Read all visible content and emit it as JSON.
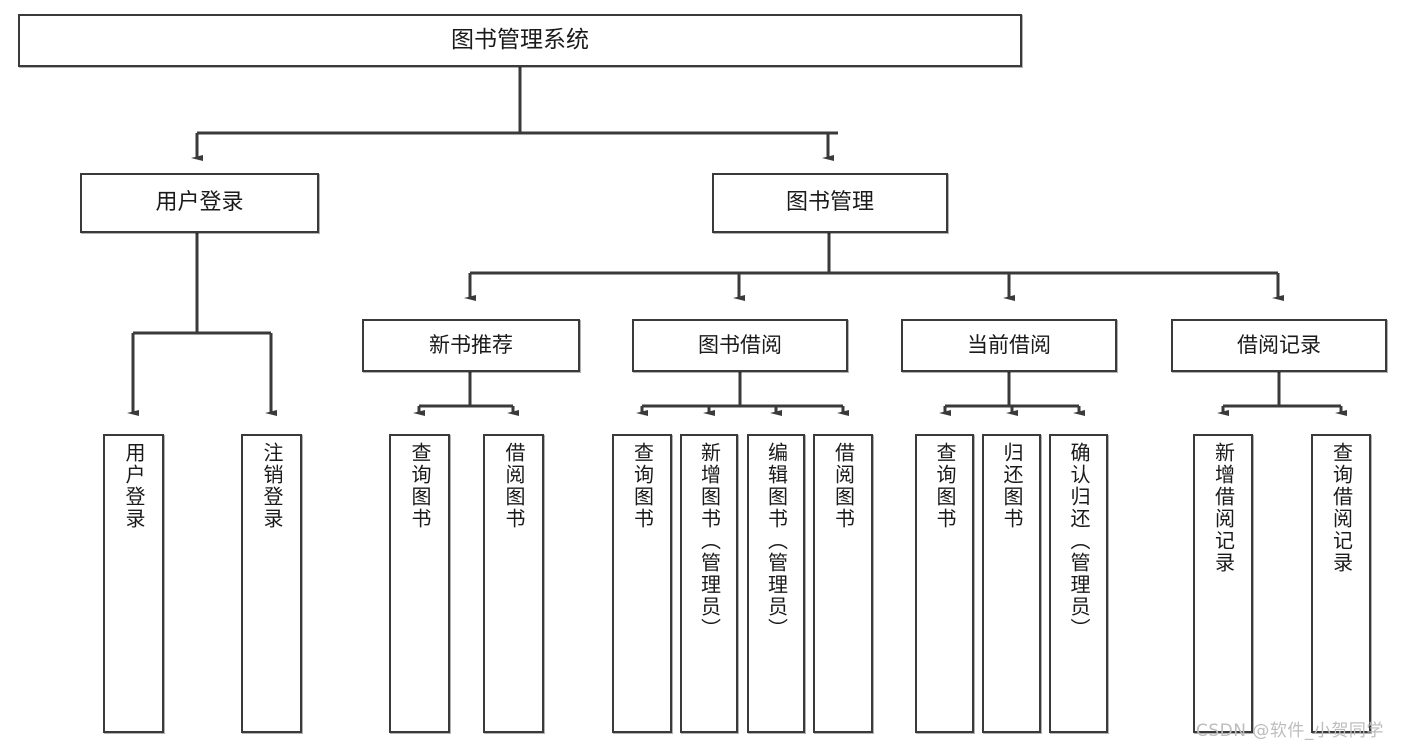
{
  "diagram": {
    "title": "图书管理系统",
    "type": "tree-hierarchy",
    "root": {
      "label": "图书管理系统"
    },
    "level2": [
      {
        "label": "用户登录"
      },
      {
        "label": "图书管理"
      }
    ],
    "level3": [
      {
        "label": "新书推荐"
      },
      {
        "label": "图书借阅"
      },
      {
        "label": "当前借阅"
      },
      {
        "label": "借阅记录"
      }
    ],
    "leaves": {
      "user_login": [
        {
          "label": "用户登录"
        },
        {
          "label": "注销登录"
        }
      ],
      "new_book_recommend": [
        {
          "label": "查询图书"
        },
        {
          "label": "借阅图书"
        }
      ],
      "book_borrow": [
        {
          "label": "查询图书"
        },
        {
          "label": "新增图书（管理员）"
        },
        {
          "label": "编辑图书（管理员）"
        },
        {
          "label": "借阅图书"
        }
      ],
      "current_borrow": [
        {
          "label": "查询图书"
        },
        {
          "label": "归还图书"
        },
        {
          "label": "确认归还（管理员）"
        }
      ],
      "borrow_record": [
        {
          "label": "新增借阅记录"
        },
        {
          "label": "查询借阅记录"
        }
      ]
    }
  },
  "watermark": {
    "text": "CSDN @软件_小贺同学"
  },
  "colors": {
    "border": "#3a3a3a",
    "background": "#ffffff",
    "text": "#1a1a1a",
    "watermark": "#bdbdbd"
  }
}
